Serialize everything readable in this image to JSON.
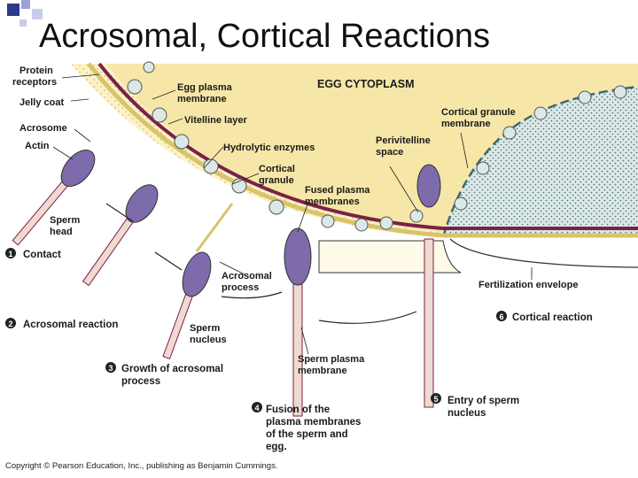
{
  "title": "Acrosomal, Cortical Reactions",
  "copyright": "Copyright © Pearson Education, Inc., publishing as Benjamin Cummings.",
  "colors": {
    "cytoplasm": "#f6e7a8",
    "membrane": "#7a2146",
    "sperm_head": "#7d6bab",
    "cortical_granule": "#dce8e8",
    "vitelline_layer": "#d9c46a"
  },
  "region_label": "EGG CYTOPLASM",
  "labels": {
    "protein_receptors": [
      "Protein",
      "receptors"
    ],
    "jelly_coat": "Jelly coat",
    "acrosome": "Acrosome",
    "actin": "Actin",
    "sperm_head": [
      "Sperm",
      "head"
    ],
    "egg_plasma_membrane": [
      "Egg plasma",
      "membrane"
    ],
    "vitelline_layer": "Vitelline layer",
    "hydrolytic_enzymes": "Hydrolytic enzymes",
    "cortical_granule": [
      "Cortical",
      "granule"
    ],
    "fused_plasma_membranes": [
      "Fused plasma",
      "membranes"
    ],
    "perivitelline_space": [
      "Perivitelline",
      "space"
    ],
    "cortical_granule_membrane": [
      "Cortical granule",
      "membrane"
    ],
    "fertilization_envelope": "Fertilization envelope",
    "acrosomal_process": [
      "Acrosomal",
      "process"
    ],
    "sperm_nucleus": [
      "Sperm",
      "nucleus"
    ],
    "sperm_plasma_membrane": [
      "Sperm plasma",
      "membrane"
    ]
  },
  "steps": [
    {
      "num": "1",
      "text": [
        "Contact"
      ]
    },
    {
      "num": "2",
      "text": [
        "Acrosomal reaction"
      ]
    },
    {
      "num": "3",
      "text": [
        "Growth of acrosomal",
        "process"
      ]
    },
    {
      "num": "4",
      "text": [
        "Fusion of the",
        "plasma membranes",
        "of the sperm and",
        "egg."
      ]
    },
    {
      "num": "5",
      "text": [
        "Entry of sperm",
        "nucleus"
      ]
    },
    {
      "num": "6",
      "text": [
        "Cortical reaction"
      ]
    }
  ]
}
